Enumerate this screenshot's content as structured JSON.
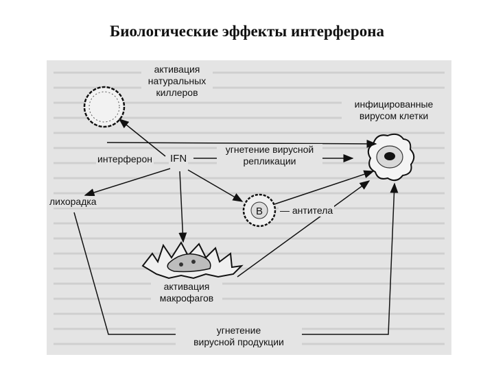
{
  "title": "Биологические эффекты интерферона",
  "diagram": {
    "ifn": "IFN",
    "interferon": "интерферон",
    "nk": [
      "активация",
      "натуральных",
      "киллеров"
    ],
    "infected": [
      "инфицированные",
      "вирусом клетки"
    ],
    "suppression_replication": [
      "угнетение вирусной",
      "репликации"
    ],
    "fever": "лихорадка",
    "b_cell": "B",
    "antibodies": "— антитела",
    "macrophage": [
      "активация",
      "макрофагов"
    ],
    "suppression_production": [
      "угнетение",
      "вирусной продукции"
    ]
  }
}
